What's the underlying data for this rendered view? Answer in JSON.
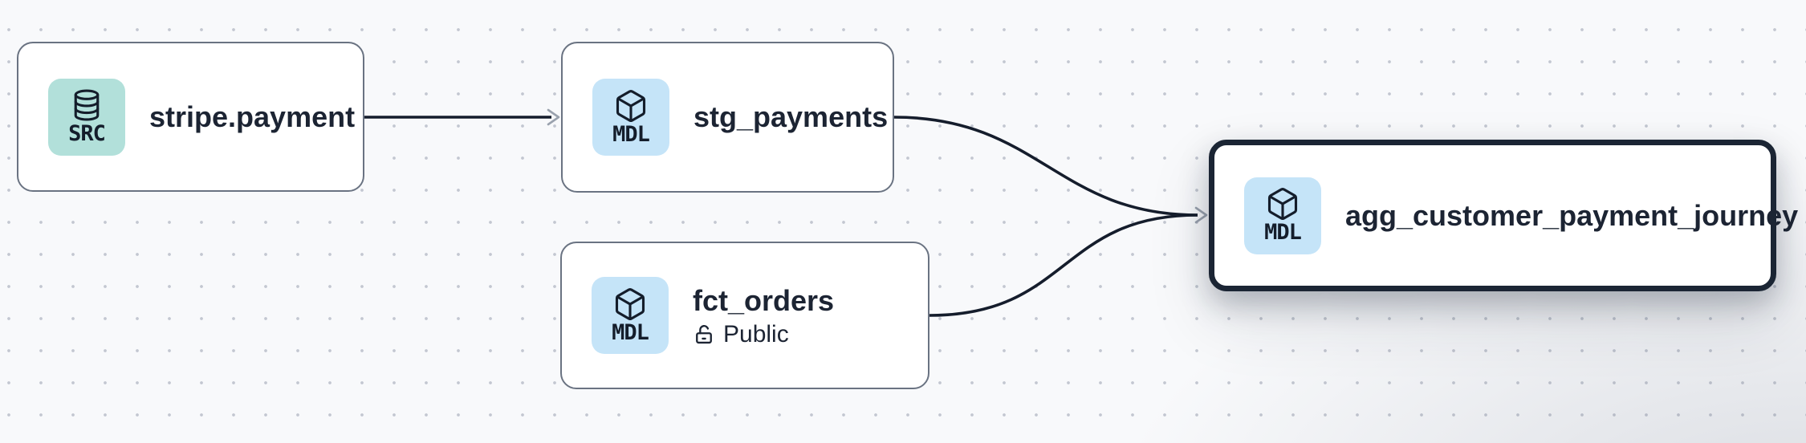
{
  "canvas": {
    "background_color": "#f8f9fb",
    "dot_color": "#c3c7d1",
    "edge_color": "#151d2c",
    "arrowhead_color": "#9aa2ae",
    "node_border_color": "#6a7382",
    "selected_node_border_color": "#1b2534",
    "node_text_color": "#1c2433",
    "src_badge_color": "#b2e0da",
    "mdl_badge_color": "#c5e4f8"
  },
  "nodes": [
    {
      "id": "stripe.payment",
      "label": "stripe.payment",
      "badge": "SRC",
      "icon": "database",
      "selected": false
    },
    {
      "id": "stg_payments",
      "label": "stg_payments",
      "badge": "MDL",
      "icon": "cube",
      "selected": false
    },
    {
      "id": "fct_orders",
      "label": "fct_orders",
      "badge": "MDL",
      "icon": "cube",
      "access_label": "Public",
      "selected": false
    },
    {
      "id": "agg_customer_payment_journey",
      "label": "agg_customer_payment_journey",
      "badge": "MDL",
      "icon": "cube",
      "selected": true
    }
  ],
  "edges": [
    {
      "source": "stripe.payment",
      "target": "stg_payments"
    },
    {
      "source": "stg_payments",
      "target": "agg_customer_payment_journey"
    },
    {
      "source": "fct_orders",
      "target": "agg_customer_payment_journey"
    }
  ]
}
